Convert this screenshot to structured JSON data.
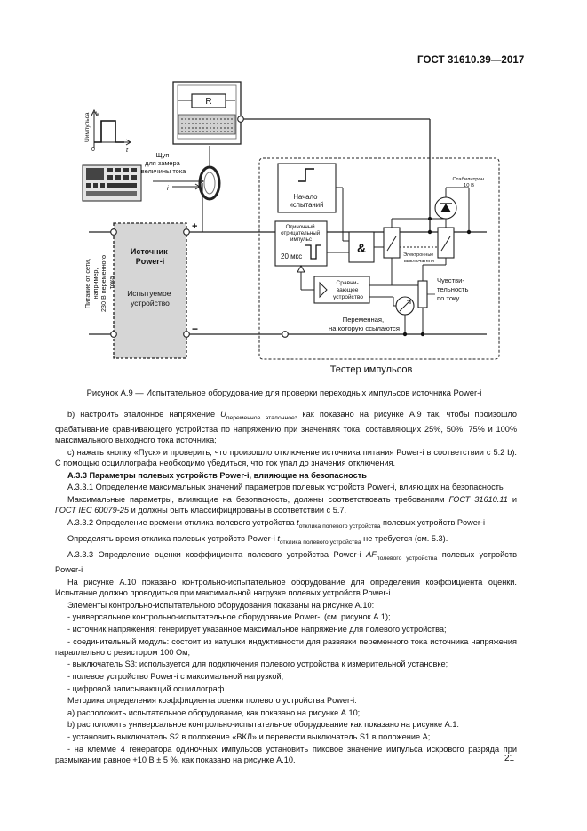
{
  "header": {
    "doc_id": "ГОСТ 31610.39—2017"
  },
  "figure": {
    "resistor_label": "R",
    "u_axis_label": "Uимпульса",
    "v_label": "V",
    "zero_label": "0",
    "t_label": "t",
    "i_label": "i",
    "probe_label": "Щуп для замера величины тока",
    "probe_lines": [
      "Щуп",
      "для замера",
      "величины тока"
    ],
    "mains_lines": [
      "Питание от сети,",
      "например,",
      "230 В переменного",
      "тока"
    ],
    "source_lines": [
      "Источник",
      "Power-i"
    ],
    "tested_lines": [
      "Испытуемое",
      "устройство"
    ],
    "plus": "+",
    "minus": "−",
    "start_lines": [
      "Начало",
      "испытаний"
    ],
    "pulse_lines": [
      "Одиночный",
      "отрицательный",
      "импульс"
    ],
    "pulse_time": "20 мкс",
    "and_symbol": "&",
    "compare_lines": [
      "Сравни-",
      "вающее",
      "устройство"
    ],
    "switch_label": "Электронные выключатели",
    "switch_lines": [
      "Электронные",
      "выключатели"
    ],
    "zener_lines": [
      "Стабилитрон",
      "10 В"
    ],
    "sensitivity_lines": [
      "Чувстви-",
      "тельность",
      "по току"
    ],
    "variable_lines": [
      "Переменная,",
      "на которую ссылаются"
    ],
    "tester_title": "Тестер импульсов"
  },
  "caption": "Рисунок А.9 — Испытательное оборудование для проверки переходных импульсов источника Power-i",
  "paragraphs": [
    {
      "bold": false,
      "parts": [
        {
          "t": "b) настроить эталонное напряжение "
        },
        {
          "t": "U",
          "i": true
        },
        {
          "t": "переменное эталонное",
          "sub": true
        },
        {
          "t": ", как показано на рисунке А.9 так, чтобы произошло срабатывание сравнивающего устройства по напряжению при значениях тока, составляющих 25%, 50%, 75% и 100% максимального выходного тока источника;"
        }
      ]
    },
    {
      "bold": false,
      "parts": [
        {
          "t": "c) нажать кнопку «Пуск» и проверить, что произошло отключение источника питания Power-i в соответствии с 5.2 b). С помощью осциллографа необходимо убедиться, что ток упал до значения отключения."
        }
      ]
    },
    {
      "bold": true,
      "parts": [
        {
          "t": "А.3.3 Параметры полевых устройств Power-i, влияющие на безопасность"
        }
      ]
    },
    {
      "bold": false,
      "parts": [
        {
          "t": "А.3.3.1 Определение максимальных значений параметров полевых устройств Power-i, влияющих на безопасность"
        }
      ]
    },
    {
      "bold": false,
      "parts": [
        {
          "t": "Максимальные параметры, влияющие на безопасность, должны соответствовать требованиям "
        },
        {
          "t": "ГОСТ 31610.11",
          "i": true
        },
        {
          "t": " и "
        },
        {
          "t": "ГОСТ IEC 60079-25",
          "i": true
        },
        {
          "t": " и должны быть классифицированы в соответствии с 5.7."
        }
      ]
    },
    {
      "bold": false,
      "parts": [
        {
          "t": "А.3.3.2 Определение времени отклика полевого устройства "
        },
        {
          "t": "t",
          "i": true
        },
        {
          "t": "отклика полевого устройства",
          "sub": true
        },
        {
          "t": " полевых устройств Power-i"
        }
      ]
    },
    {
      "bold": false,
      "parts": [
        {
          "t": "Определять время отклика полевых устройств Power-i "
        },
        {
          "t": "t",
          "i": true
        },
        {
          "t": "отклика полевого устройства",
          "sub": true
        },
        {
          "t": " не требуется (см. 5.3)."
        }
      ]
    },
    {
      "bold": false,
      "parts": [
        {
          "t": "А.3.3.3 Определение оценки коэффициента полевого устройства Power-i "
        },
        {
          "t": "AF",
          "i": true
        },
        {
          "t": "полевого устройства",
          "sub": true
        },
        {
          "t": " полевых устройств Power-i"
        }
      ]
    },
    {
      "bold": false,
      "parts": [
        {
          "t": "На рисунке А.10 показано контрольно-испытательное оборудование для определения коэффициента оценки. Испытание должно проводиться при максимальной нагрузке полевых устройств Power-i."
        }
      ]
    },
    {
      "bold": false,
      "parts": [
        {
          "t": "Элементы контрольно-испытательного оборудования показаны на рисунке А.10:"
        }
      ]
    },
    {
      "bold": false,
      "parts": [
        {
          "t": "- универсальное контрольно-испытательное оборудование Power-i (см. рисунок А.1);"
        }
      ]
    },
    {
      "bold": false,
      "parts": [
        {
          "t": "- источник напряжения: генерирует указанное максимальное напряжение для полевого устройства;"
        }
      ]
    },
    {
      "bold": false,
      "parts": [
        {
          "t": "- соединительный модуль: состоит из катушки индуктивности для развязки переменного тока источника напряжения параллельно с резистором 100 Ом;"
        }
      ]
    },
    {
      "bold": false,
      "parts": [
        {
          "t": "- выключатель S3: используется для подключения полевого устройства к измерительной установке;"
        }
      ]
    },
    {
      "bold": false,
      "parts": [
        {
          "t": "- полевое устройство Power-i с максимальной нагрузкой;"
        }
      ]
    },
    {
      "bold": false,
      "parts": [
        {
          "t": "- цифровой записывающий осциллограф."
        }
      ]
    },
    {
      "bold": false,
      "parts": [
        {
          "t": "Методика определения коэффициента оценки полевого устройства Power-i:"
        }
      ]
    },
    {
      "bold": false,
      "parts": [
        {
          "t": "a) расположить испытательное оборудование, как показано на рисунке А.10;"
        }
      ]
    },
    {
      "bold": false,
      "parts": [
        {
          "t": "b) расположить универсальное контрольно-испытательное оборудование как показано на рисунке А.1:"
        }
      ]
    },
    {
      "bold": false,
      "parts": [
        {
          "t": "- установить выключатель S2 в положение «ВКЛ» и перевести выключатель S1 в положение А;"
        }
      ]
    },
    {
      "bold": false,
      "parts": [
        {
          "t": "- на клемме 4 генератора одиночных импульсов установить пиковое значение импульса искрового разряда при размыкании равное +10 В ± 5 %, как показано на рисунке А.10."
        }
      ]
    }
  ],
  "page_number": "21"
}
